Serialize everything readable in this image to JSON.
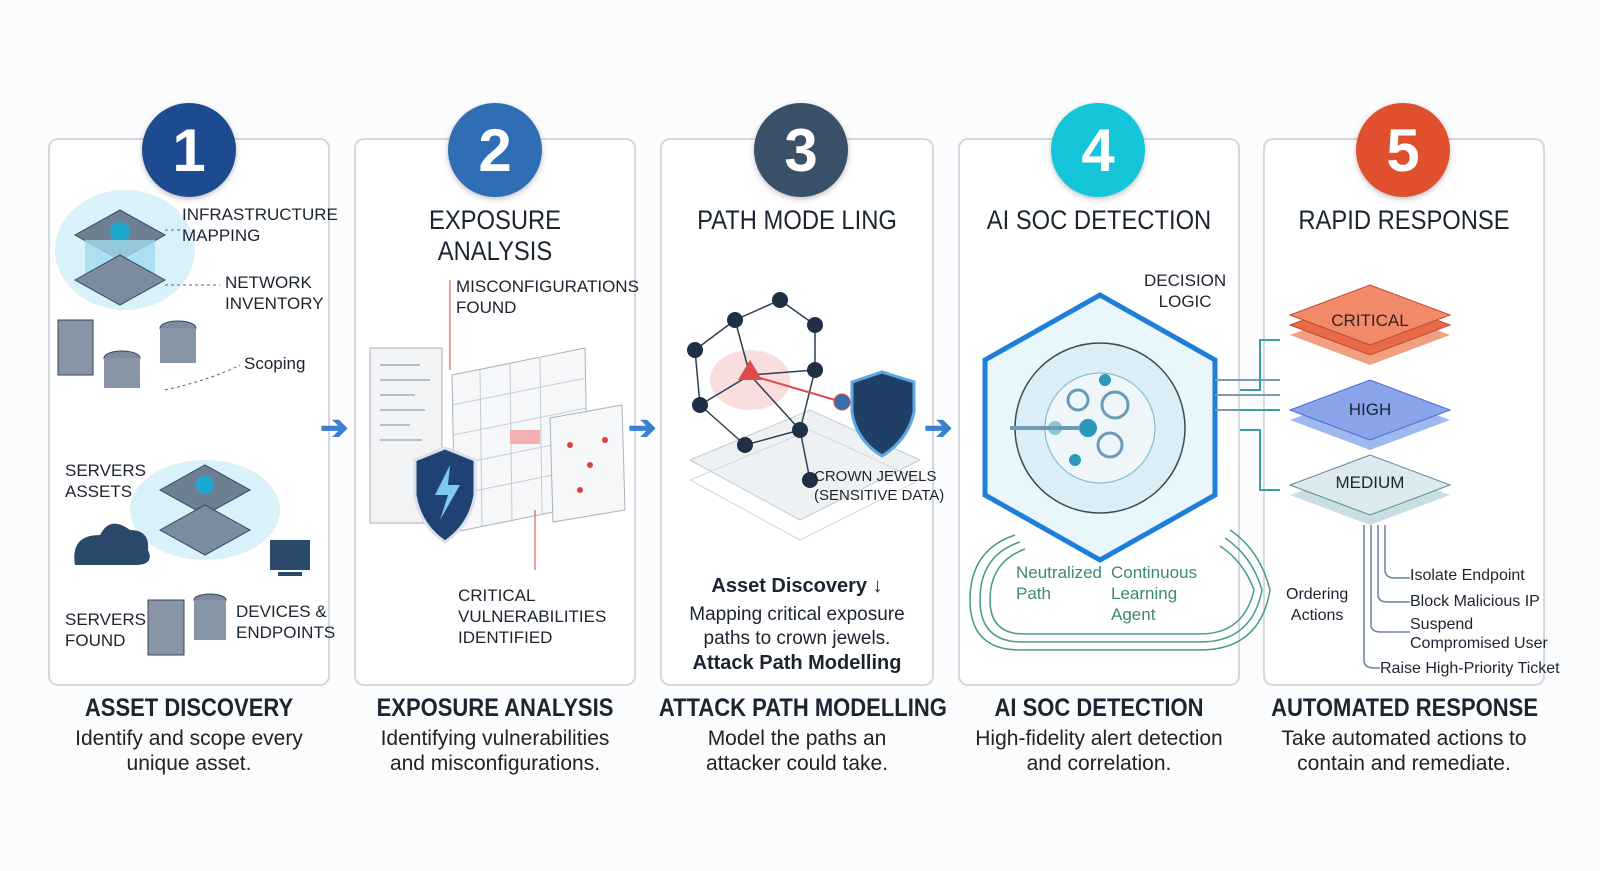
{
  "steps": [
    {
      "number": "1",
      "color": "#1d4b8f",
      "bottom_title": "ASSET DISCOVERY",
      "desc_line1": "Identify and scope every",
      "desc_line2": "unique asset.",
      "labels": {
        "infra1": "INFRASTRUCTURE",
        "infra2": "MAPPING",
        "net1": "NETWORK",
        "net2": "INVENTORY",
        "scoping": "Scoping",
        "srv1": "SERVERS",
        "srv2": "ASSETS",
        "found1": "SERVERS",
        "found2": "FOUND",
        "dev1": "DEVICES &",
        "dev2": "ENDPOINTS"
      }
    },
    {
      "number": "2",
      "color": "#2f6db5",
      "title": "EXPOSURE ANALYSIS",
      "bottom_title": "EXPOSURE ANALYSIS",
      "desc_line1": "Identifying vulnerabilities",
      "desc_line2": "and misconfigurations.",
      "labels": {
        "mis1": "MISCONFIGURATIONS",
        "mis2": "FOUND",
        "crit1": "CRITICAL",
        "crit2": "VULNERABILITIES",
        "crit3": "IDENTIFIED"
      }
    },
    {
      "number": "3",
      "color": "#3a5068",
      "title": "PATH MODE LING",
      "bottom_title": "ATTACK PATH MODELLING",
      "desc_line1": "Model the paths an",
      "desc_line2": "attacker could take.",
      "labels": {
        "crown1": "CROWN JEWELS",
        "crown2": "(SENSITIVE DATA)",
        "asset": "Asset Discovery ↓",
        "map1": "Mapping critical exposure",
        "map2": "paths to crown jewels.",
        "attack": "Attack Path Modelling"
      }
    },
    {
      "number": "4",
      "color": "#14c4d8",
      "title": "AI SOC DETECTION",
      "bottom_title": "AI SOC DETECTION",
      "desc_line1": "High-fidelity alert detection",
      "desc_line2": "and correlation.",
      "labels": {
        "dec1": "DECISION",
        "dec2": "LOGIC",
        "neu1": "Neutralized",
        "neu2": "Path",
        "cont1": "Continuous",
        "cont2": "Learning",
        "cont3": "Agent"
      }
    },
    {
      "number": "5",
      "color": "#e0502e",
      "title": "RAPID RESPONSE",
      "bottom_title": "AUTOMATED RESPONSE",
      "desc_line1": "Take automated actions to",
      "desc_line2": "contain and remediate.",
      "labels": {
        "critical": "CRITICAL",
        "high": "HIGH",
        "medium": "MEDIUM",
        "ord1": "Ordering",
        "ord2": "Actions",
        "a1": "Isolate Endpoint",
        "a2": "Block Malicious IP",
        "a3a": "Suspend",
        "a3b": "Compromised User",
        "a4": "Raise High-Priority Ticket"
      }
    }
  ]
}
